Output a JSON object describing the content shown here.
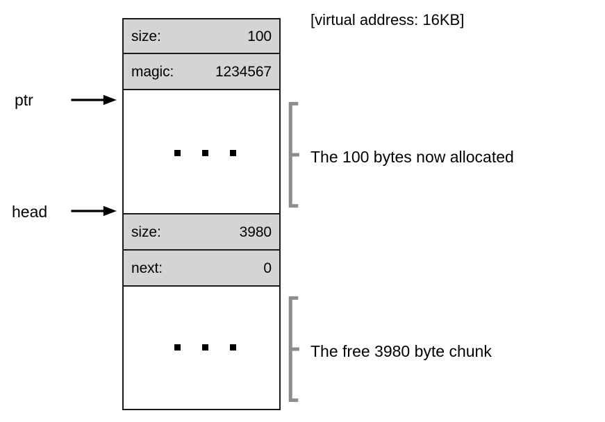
{
  "caption": {
    "text": "[virtual address: 16KB]"
  },
  "colors": {
    "header_fill": "#d4d4d4",
    "body_fill": "#ffffff",
    "border": "#1a1a1a",
    "brace": "#8c8c8c",
    "text": "#000000"
  },
  "pointers": [
    {
      "name": "ptr",
      "label": "ptr"
    },
    {
      "name": "head",
      "label": "head"
    }
  ],
  "heap": {
    "allocated_chunk": {
      "header_rows": [
        {
          "key": "size:",
          "value": "100"
        },
        {
          "key": "magic:",
          "value": "1234567"
        }
      ],
      "body_ellipsis": "• • •"
    },
    "free_chunk": {
      "header_rows": [
        {
          "key": "size:",
          "value": "3980"
        },
        {
          "key": "next:",
          "value": "0"
        }
      ],
      "body_ellipsis": "• • •"
    }
  },
  "annotations": [
    {
      "name": "allocated-region",
      "text": "The 100 bytes now allocated"
    },
    {
      "name": "free-region",
      "text": "The free 3980 byte chunk"
    }
  ]
}
